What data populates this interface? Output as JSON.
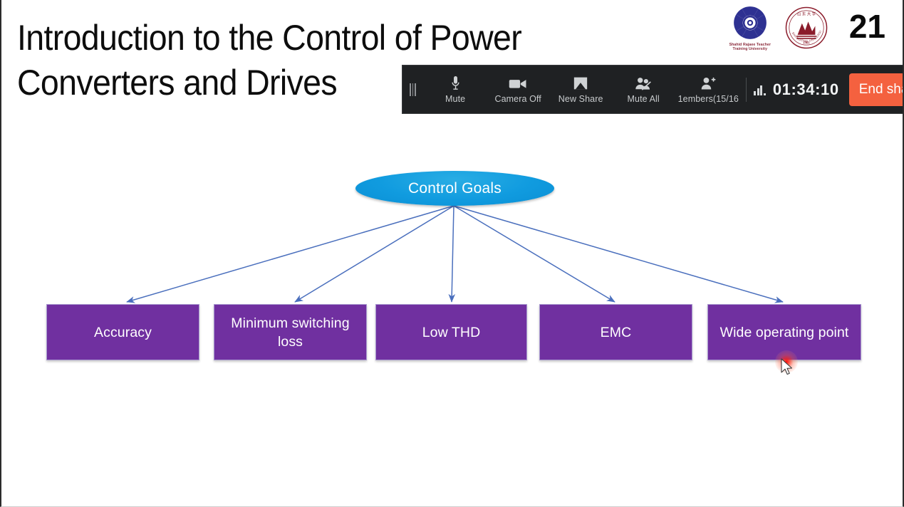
{
  "slide": {
    "title": "Introduction to the Control of Power\nConverters and Drives",
    "page_number": "21",
    "logos": [
      {
        "name": "shahid-rajaee-logo",
        "caption": "Shahid Rajaee Teacher\nTraining University",
        "color": "#2e3192"
      },
      {
        "name": "shandong-university-seal",
        "caption": "SHANDONG UNIVERSITY",
        "year": "1901",
        "color": "#8b1c2b"
      }
    ]
  },
  "toolbar": {
    "drag_handle_icon": "drag-handle-icon",
    "items": [
      {
        "icon": "microphone-icon",
        "label": "Mute"
      },
      {
        "icon": "camera-off-icon",
        "label": "Camera Off"
      },
      {
        "icon": "new-share-icon",
        "label": "New Share"
      },
      {
        "icon": "mute-all-icon",
        "label": "Mute All"
      },
      {
        "icon": "members-icon",
        "label": "1embers(15/16"
      }
    ],
    "network_icon": "network-strength-icon",
    "timer": "01:34:10",
    "end_sharing_label": "End sharing",
    "end_sharing_color": "#f4613f",
    "background_color": "#1f2123"
  },
  "chart_data": {
    "type": "diagram",
    "title": "Control Goals",
    "root": {
      "label": "Control Goals",
      "shape": "ellipse",
      "fill": "#109bdf",
      "text_color": "#ffffff"
    },
    "node_fill": "#7030a0",
    "node_border": "#a99bd0",
    "connector_color": "#4a6fbd",
    "nodes": [
      {
        "label": "Accuracy"
      },
      {
        "label": "Minimum switching loss"
      },
      {
        "label": "Low THD"
      },
      {
        "label": "EMC"
      },
      {
        "label": "Wide operating point"
      }
    ]
  },
  "cursor": {
    "click_indicator_color": "#ff0000",
    "pointer_icon": "mouse-pointer-icon"
  }
}
